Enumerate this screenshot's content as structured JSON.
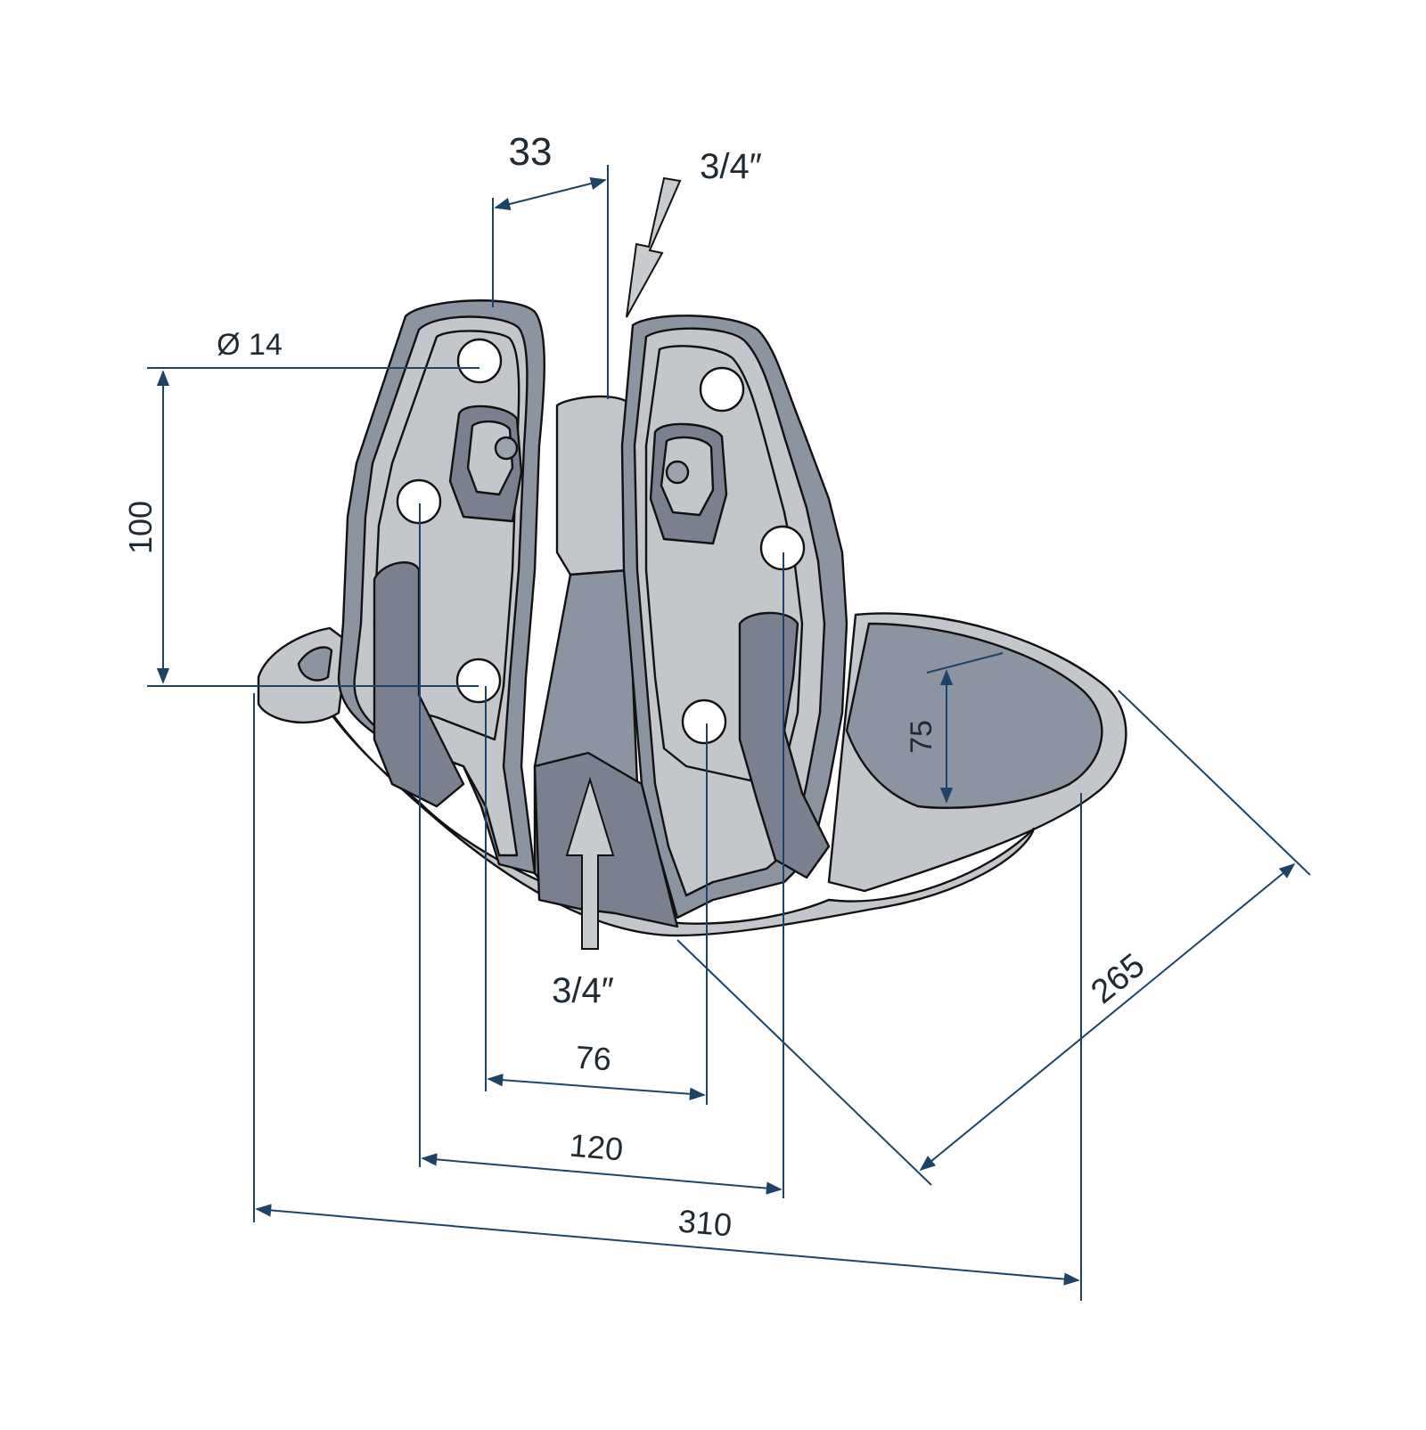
{
  "dimensions": {
    "hole_diameter": "Ø 14",
    "hole_spacing_vertical": "100",
    "slot_gap": "33",
    "inlet_top": "3/4″",
    "inlet_bottom": "3/4″",
    "bowl_depth": "75",
    "bowl_length": "265",
    "hole_spacing_inner": "76",
    "hole_spacing_outer": "120",
    "overall_width": "310"
  }
}
